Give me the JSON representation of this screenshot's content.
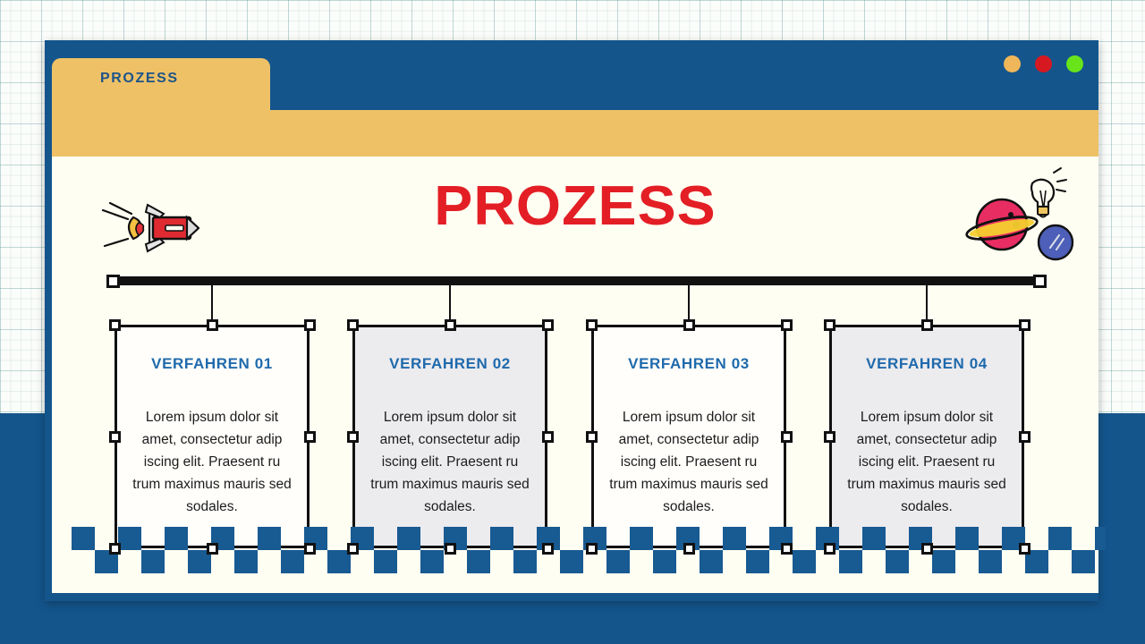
{
  "window": {
    "tab_label": "PROZESS",
    "controls": [
      {
        "name": "minimize-dot",
        "color": "#efb75a"
      },
      {
        "name": "close-dot",
        "color": "#d61921"
      },
      {
        "name": "maximize-dot",
        "color": "#68e41b"
      }
    ]
  },
  "slide": {
    "title": "PROZESS",
    "title_color": "#e31e25",
    "canvas_color": "#fffef2",
    "accent_blue": "#14558c",
    "accent_yellow": "#efc166",
    "heading_blue": "#1f6aac"
  },
  "doodles": [
    {
      "name": "rocket-doodle",
      "label": "rocket"
    },
    {
      "name": "planet-doodle",
      "label": "planet with ring"
    },
    {
      "name": "lightbulb-doodle",
      "label": "lightbulb"
    },
    {
      "name": "moon-doodle",
      "label": "blue moon"
    }
  ],
  "cards": [
    {
      "title": "VERFAHREN 01",
      "body": "Lorem ipsum dolor sit amet, consectetur adip iscing elit. Praesent ru trum maximus mauris sed sodales.",
      "fill": "white"
    },
    {
      "title": "VERFAHREN 02",
      "body": "Lorem ipsum dolor sit amet, consectetur adip iscing elit. Praesent ru trum maximus mauris sed sodales.",
      "fill": "grey"
    },
    {
      "title": "VERFAHREN 03",
      "body": "Lorem ipsum dolor sit amet, consectetur adip iscing elit. Praesent ru trum maximus mauris sed sodales.",
      "fill": "white"
    },
    {
      "title": "VERFAHREN 04",
      "body": "Lorem ipsum dolor sit amet, consectetur adip iscing elit. Praesent ru trum maximus mauris sed sodales.",
      "fill": "grey"
    }
  ]
}
